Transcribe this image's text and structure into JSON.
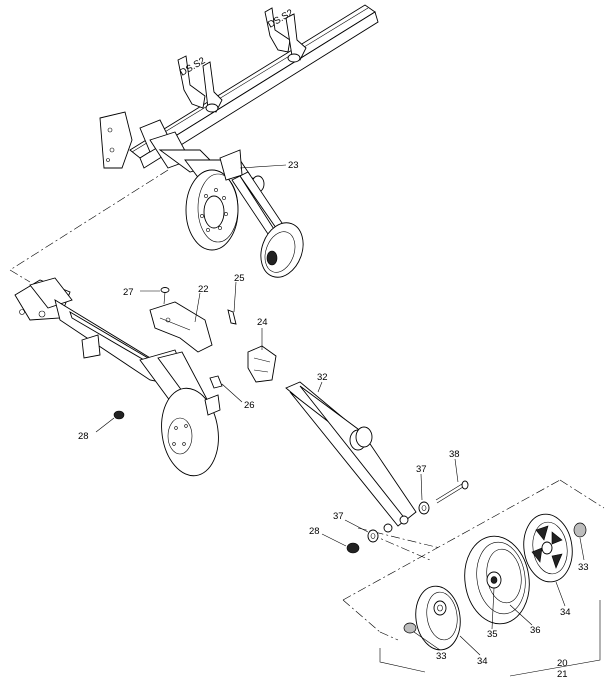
{
  "callouts": {
    "c20": "20",
    "c21": "21",
    "c22": "22",
    "c23": "23",
    "c24": "24",
    "c25": "25",
    "c26": "26",
    "c27": "27",
    "c28a": "28",
    "c28b": "28",
    "c32": "32",
    "c33a": "33",
    "c33b": "33",
    "c34a": "34",
    "c34b": "34",
    "c35": "35",
    "c36": "36",
    "c37a": "37",
    "c37b": "37",
    "c38": "38"
  }
}
